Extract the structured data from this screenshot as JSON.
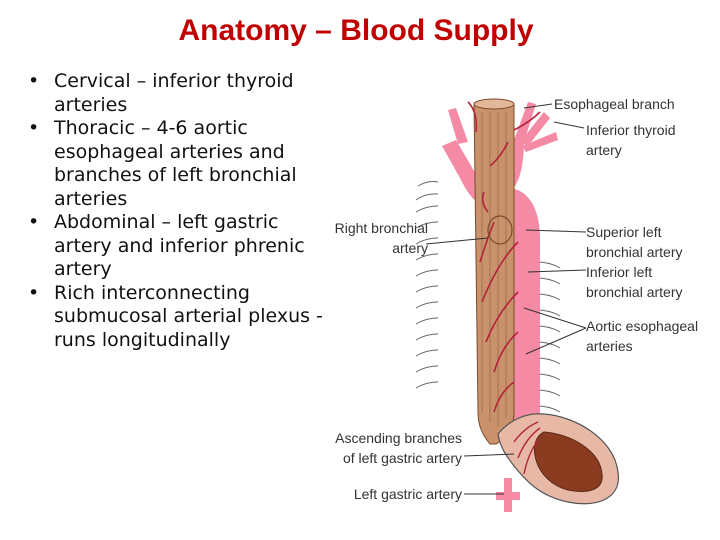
{
  "slide": {
    "title": "Anatomy – Blood Supply",
    "bullets": [
      "Cervical – inferior thyroid arteries",
      "Thoracic – 4-6 aortic esophageal arteries and branches of left bronchial arteries",
      "Abdominal – left gastric artery and inferior phrenic artery",
      "Rich interconnecting submucosal arterial plexus - runs longitudinally"
    ]
  },
  "figure": {
    "labels": {
      "esophageal_branch": "Esophageal branch",
      "inferior_thyroid_1": "Inferior thyroid",
      "inferior_thyroid_2": "artery",
      "right_bronchial_1": "Right bronchial",
      "right_bronchial_2": "artery",
      "superior_left_1": "Superior left",
      "superior_left_2": "bronchial artery",
      "inferior_left_1": "Inferior left",
      "inferior_left_2": "bronchial artery",
      "aortic_esoph_1": "Aortic esophageal",
      "aortic_esoph_2": "arteries",
      "ascending_1": "Ascending branches",
      "ascending_2": "of left gastric artery",
      "left_gastric": "Left gastric artery"
    }
  }
}
